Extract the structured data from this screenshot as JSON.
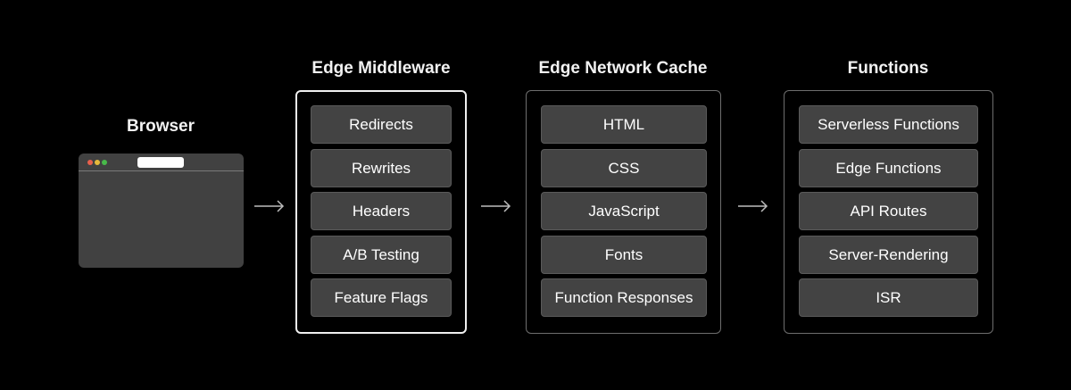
{
  "colors": {
    "background": "#000000",
    "pill_fill": "#434343",
    "browser_fill": "#414141",
    "box_border": "#6e6e6e",
    "highlight_border": "#f0f0f0",
    "dot_red": "#e8604c",
    "dot_yellow": "#e6b93b",
    "dot_green": "#48b94a"
  },
  "browser": {
    "title": "Browser",
    "window_icon": "browser-window-icon"
  },
  "stages": [
    {
      "title": "Edge Middleware",
      "highlighted": true,
      "items": [
        "Redirects",
        "Rewrites",
        "Headers",
        "A/B Testing",
        "Feature Flags"
      ]
    },
    {
      "title": "Edge Network Cache",
      "highlighted": false,
      "items": [
        "HTML",
        "CSS",
        "JavaScript",
        "Fonts",
        "Function Responses"
      ]
    },
    {
      "title": "Functions",
      "highlighted": false,
      "items": [
        "Serverless Functions",
        "Edge Functions",
        "API Routes",
        "Server-Rendering",
        "ISR"
      ]
    }
  ],
  "arrows": [
    "arrow-right-icon",
    "arrow-right-icon",
    "arrow-right-icon"
  ]
}
